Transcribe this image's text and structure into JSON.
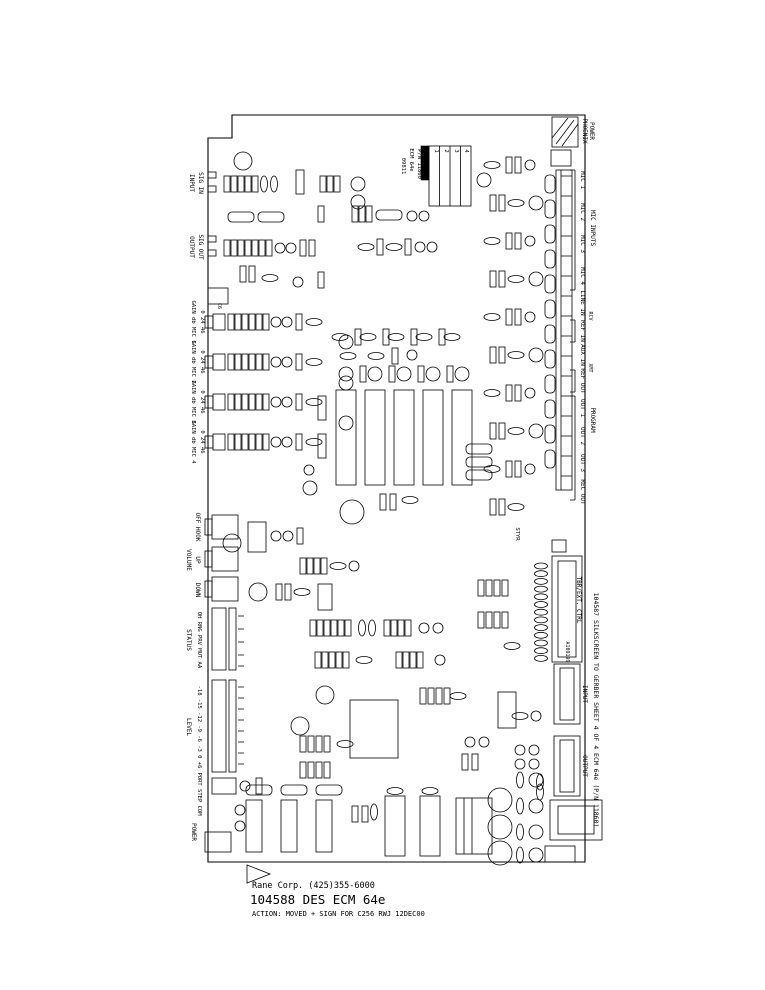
{
  "title_block": {
    "company": "Rane Corp.  (425)355-6000",
    "doc": "104588 DES ECM 64e",
    "action": "ACTION: MOVED  +  SIGN FOR C256 RWJ 12DEC00"
  },
  "side_title": "104587 SILKSCREEN TO GERBER SHEET 4 OF 4   ECM 64e (P/N 11860)",
  "rev_table": {
    "cols": [
      "1",
      "2",
      "3",
      "4"
    ],
    "part": "ECM 64e",
    "pn": "P/N 11860",
    "code": "09811"
  },
  "left_edge": {
    "sig_in": "SIG IN",
    "sig_in_sub": "INPUT",
    "sig_out": "SIG OUT",
    "sig_out_sub": "OUTPUT",
    "c6": "C6",
    "mic_trims": [
      {
        "scale": "0 24 46",
        "label": "GAIN db  MIC 1"
      },
      {
        "scale": "0 24 46",
        "label": "GAIN db  MIC 2"
      },
      {
        "scale": "0 24 46",
        "label": "GAIN db  MIC 3"
      },
      {
        "scale": "0 24 46",
        "label": "GAIN db  MIC 4"
      }
    ],
    "volume": {
      "group": "VOLUME",
      "off_hook": "OFF HOOK",
      "up": "UP",
      "down": "DOWN"
    },
    "status": {
      "group": "STATUS",
      "leds": "OH  RNG  PRV  MUT  AA"
    },
    "level": {
      "group": "LEVEL",
      "scale": "-18 -15 -12 -9 -6 -3  0  +6"
    },
    "port_step_com": "PORT  STEP  COM",
    "power": "POWER"
  },
  "right_edge": {
    "phoenix": "PHOENIX",
    "phoenix_sub": "POWER",
    "mic_group": "MIC INPUTS",
    "mic_items": [
      "MIC 1",
      "MIC 2",
      "MIC 3",
      "MIC 4"
    ],
    "line_in": "LINE IN",
    "ref_in": "REF IN",
    "ref_in_tag": "RCV",
    "aux_in": "AUX IN",
    "ref_out": "REF OUT",
    "ref_out_tag": "XMT",
    "program_group": "PROGRAM",
    "out_items": [
      "OUT 1",
      "OUT 2",
      "OUT 3",
      "REC OUT"
    ],
    "tbr": "TBR/EXT. CTRL",
    "tbr_code": "A109199",
    "input": "INPUT",
    "output": "OUTPUT"
  },
  "misc": {
    "styr": "STYR",
    "rev_mark": ""
  }
}
